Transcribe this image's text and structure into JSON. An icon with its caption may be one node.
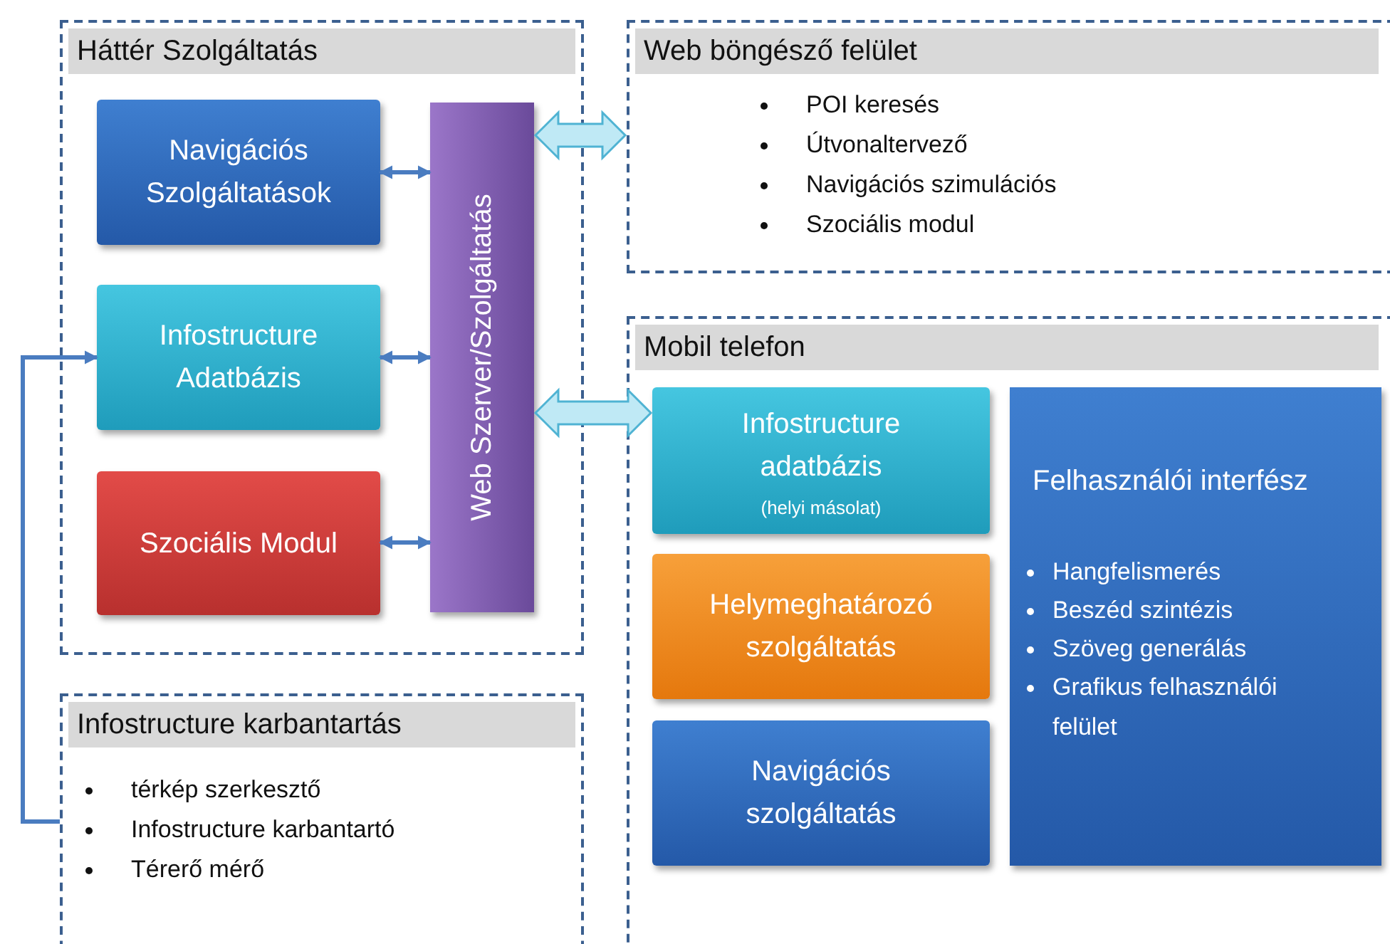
{
  "diagram": {
    "nodes": [
      {
        "text": [
          "Háttér Szolgáltatás"
        ]
      },
      {
        "text": [
          "Navigációs Szolgáltatások"
        ],
        "in": 0
      },
      {
        "text": [
          "Infostructure Adatbázis"
        ],
        "in": 0
      },
      {
        "text": [
          "Szociális Modul"
        ],
        "in": 0
      },
      {
        "text": [
          "Web Szerver/Szolgáltatás"
        ],
        "in": 0
      },
      {
        "text": [
          "Web böngésző felület",
          "POI keresés",
          "Útvonaltervező",
          "Navigációs szimulációs",
          "Szociális modul"
        ]
      },
      {
        "text": [
          "Mobil telefon"
        ]
      },
      {
        "text": [
          "Infostructure adatbázis",
          "(helyi másolat)"
        ],
        "in": 6
      },
      {
        "text": [
          "Helymeghatározó szolgáltatás"
        ],
        "in": 6
      },
      {
        "text": [
          "Navigációs szolgáltatás"
        ],
        "in": 6
      },
      {
        "text": [
          "Felhasználói interfész",
          "Hangfelismerés",
          "Beszéd szintézis",
          "Szöveg generálás",
          "Grafikus felhasználói felület"
        ],
        "in": 6
      },
      {
        "text": [
          "Infostructure karbantartás",
          "térkép szerkesztő",
          "Infostructure karbantartó",
          "Térerő mérő"
        ]
      }
    ],
    "edges": [
      {
        "from": 1,
        "to": 4,
        "arrow": "both"
      },
      {
        "from": 2,
        "to": 4,
        "arrow": "both"
      },
      {
        "from": 3,
        "to": 4,
        "arrow": "both"
      },
      {
        "from": 4,
        "to": 5,
        "arrow": "both",
        "style": "thick",
        "color": "#bfe9f5"
      },
      {
        "from": 4,
        "to": 7,
        "arrow": "both",
        "style": "thick",
        "color": "#bfe9f5"
      },
      {
        "from": 11,
        "to": 2,
        "arrow": "to"
      }
    ]
  }
}
